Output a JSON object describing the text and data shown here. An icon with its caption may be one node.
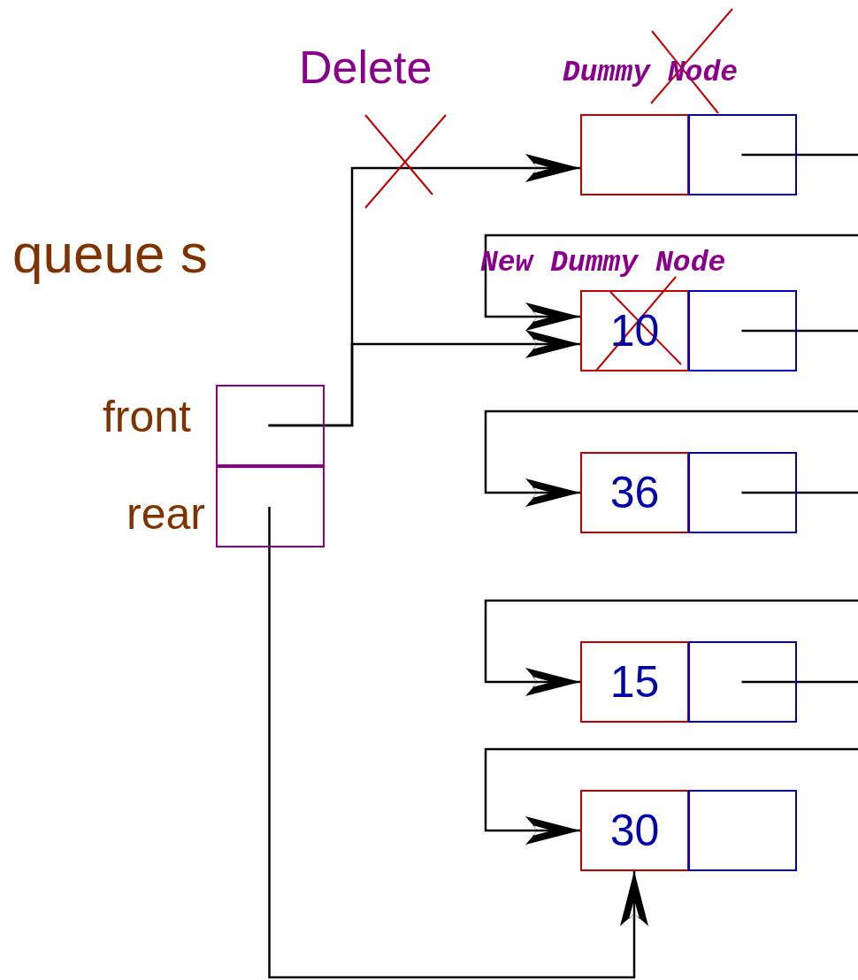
{
  "diagram": {
    "nodes": [
      {
        "text": [],
        "shape": "box",
        "beside": [
          "front"
        ]
      },
      {
        "text": [],
        "shape": "box",
        "beside": [
          "rear"
        ]
      },
      {
        "text": [],
        "shape": "box",
        "beside": [
          "Dummy Node"
        ]
      },
      {
        "text": [],
        "shape": "box"
      },
      {
        "text": [
          "10"
        ],
        "beside": [
          "New Dummy Node"
        ]
      },
      {
        "text": [],
        "shape": "box"
      },
      {
        "text": [
          "36"
        ]
      },
      {
        "text": [],
        "shape": "box"
      },
      {
        "text": [
          "15"
        ]
      },
      {
        "text": [],
        "shape": "box"
      },
      {
        "text": [
          "30"
        ]
      },
      {
        "text": [],
        "shape": "box"
      }
    ],
    "edges": [
      {
        "from": 0,
        "to": 2,
        "arrow": "to"
      },
      {
        "from": 0,
        "to": 4,
        "arrow": "to"
      },
      {
        "from": 3,
        "to": 4,
        "arrow": "to"
      },
      {
        "from": 5,
        "to": 6,
        "arrow": "to"
      },
      {
        "from": 7,
        "to": 8,
        "arrow": "to"
      },
      {
        "from": 9,
        "to": 10,
        "arrow": "to"
      },
      {
        "from": 1,
        "to": 10,
        "arrow": "to"
      }
    ],
    "labels": [
      "Delete",
      "queue s"
    ]
  }
}
